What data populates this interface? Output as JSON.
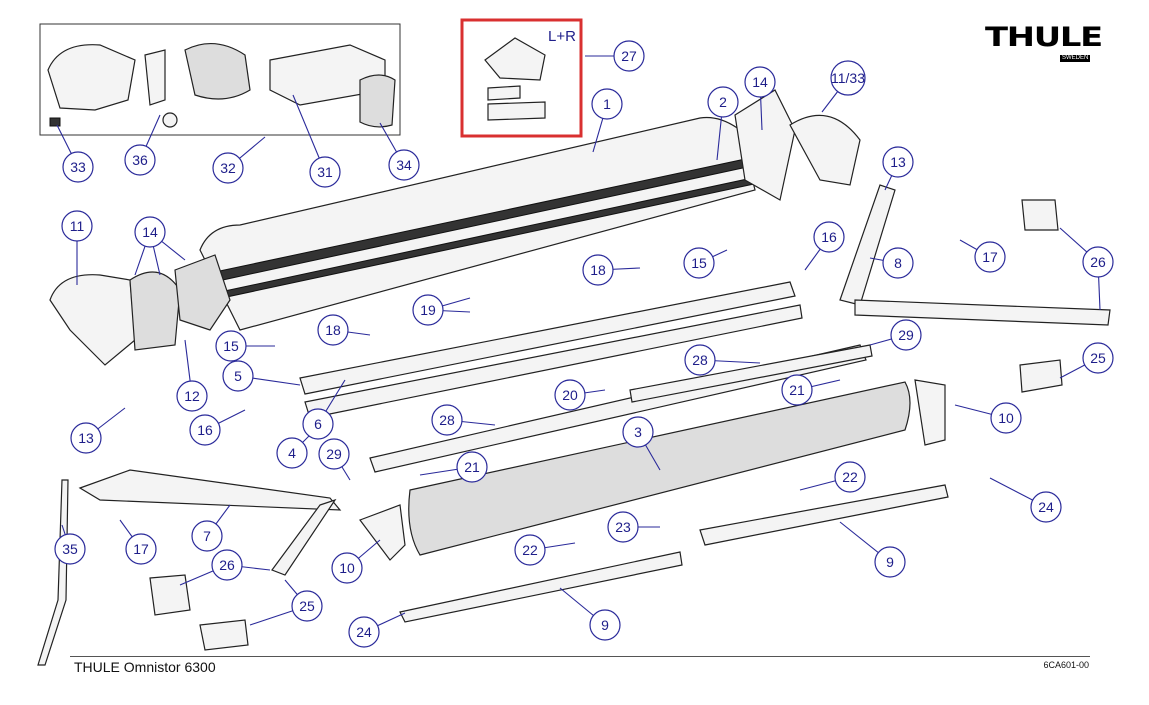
{
  "brand": {
    "logo": "THULE",
    "logo_sub": "SWEDEN"
  },
  "footer": {
    "title": "THULE Omnistor 6300",
    "code": "6CA601-00"
  },
  "highlight_color": "#d93030",
  "callout_color": "#2a2a9a",
  "highlight_note": "L+R",
  "callouts": [
    "33",
    "36",
    "32",
    "31",
    "34",
    "27",
    "1",
    "2",
    "14",
    "11/33",
    "13",
    "8",
    "17",
    "26",
    "25",
    "11",
    "14",
    "12",
    "15",
    "18",
    "19",
    "18",
    "15",
    "16",
    "5",
    "6",
    "16",
    "4",
    "13",
    "28",
    "20",
    "28",
    "29",
    "21",
    "10",
    "3",
    "29",
    "21",
    "22",
    "24",
    "23",
    "22",
    "7",
    "35",
    "17",
    "10",
    "26",
    "25",
    "9",
    "9",
    "24"
  ]
}
